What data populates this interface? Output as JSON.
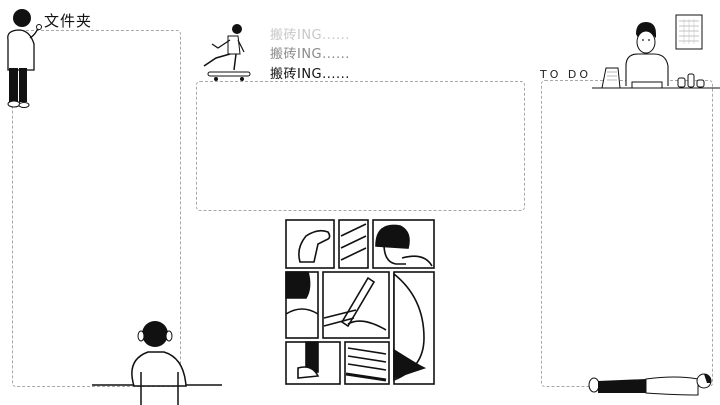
{
  "panels": {
    "folder": {
      "title": "文件夹"
    },
    "working": {
      "lines": [
        {
          "text": "搬砖ING......",
          "color": "#c8c8c8"
        },
        {
          "text": "搬砖ING......",
          "color": "#8a8a8a"
        },
        {
          "text": "搬砖ING......",
          "color": "#111111"
        }
      ]
    },
    "todo": {
      "title": "TO DO"
    }
  },
  "illustrations": {
    "person_pointing": "person-pointing-icon",
    "skateboarder": "skateboarder-icon",
    "desk_writer": "person-writing-at-desk-icon",
    "calendar": "wall-calendar-icon",
    "comic_grid": "comic-panels-writing-icon",
    "person_back": "person-back-view-icon",
    "person_lying": "person-lying-down-icon"
  },
  "colors": {
    "border": "#a8a8a8",
    "ink": "#111111",
    "background": "#ffffff"
  }
}
